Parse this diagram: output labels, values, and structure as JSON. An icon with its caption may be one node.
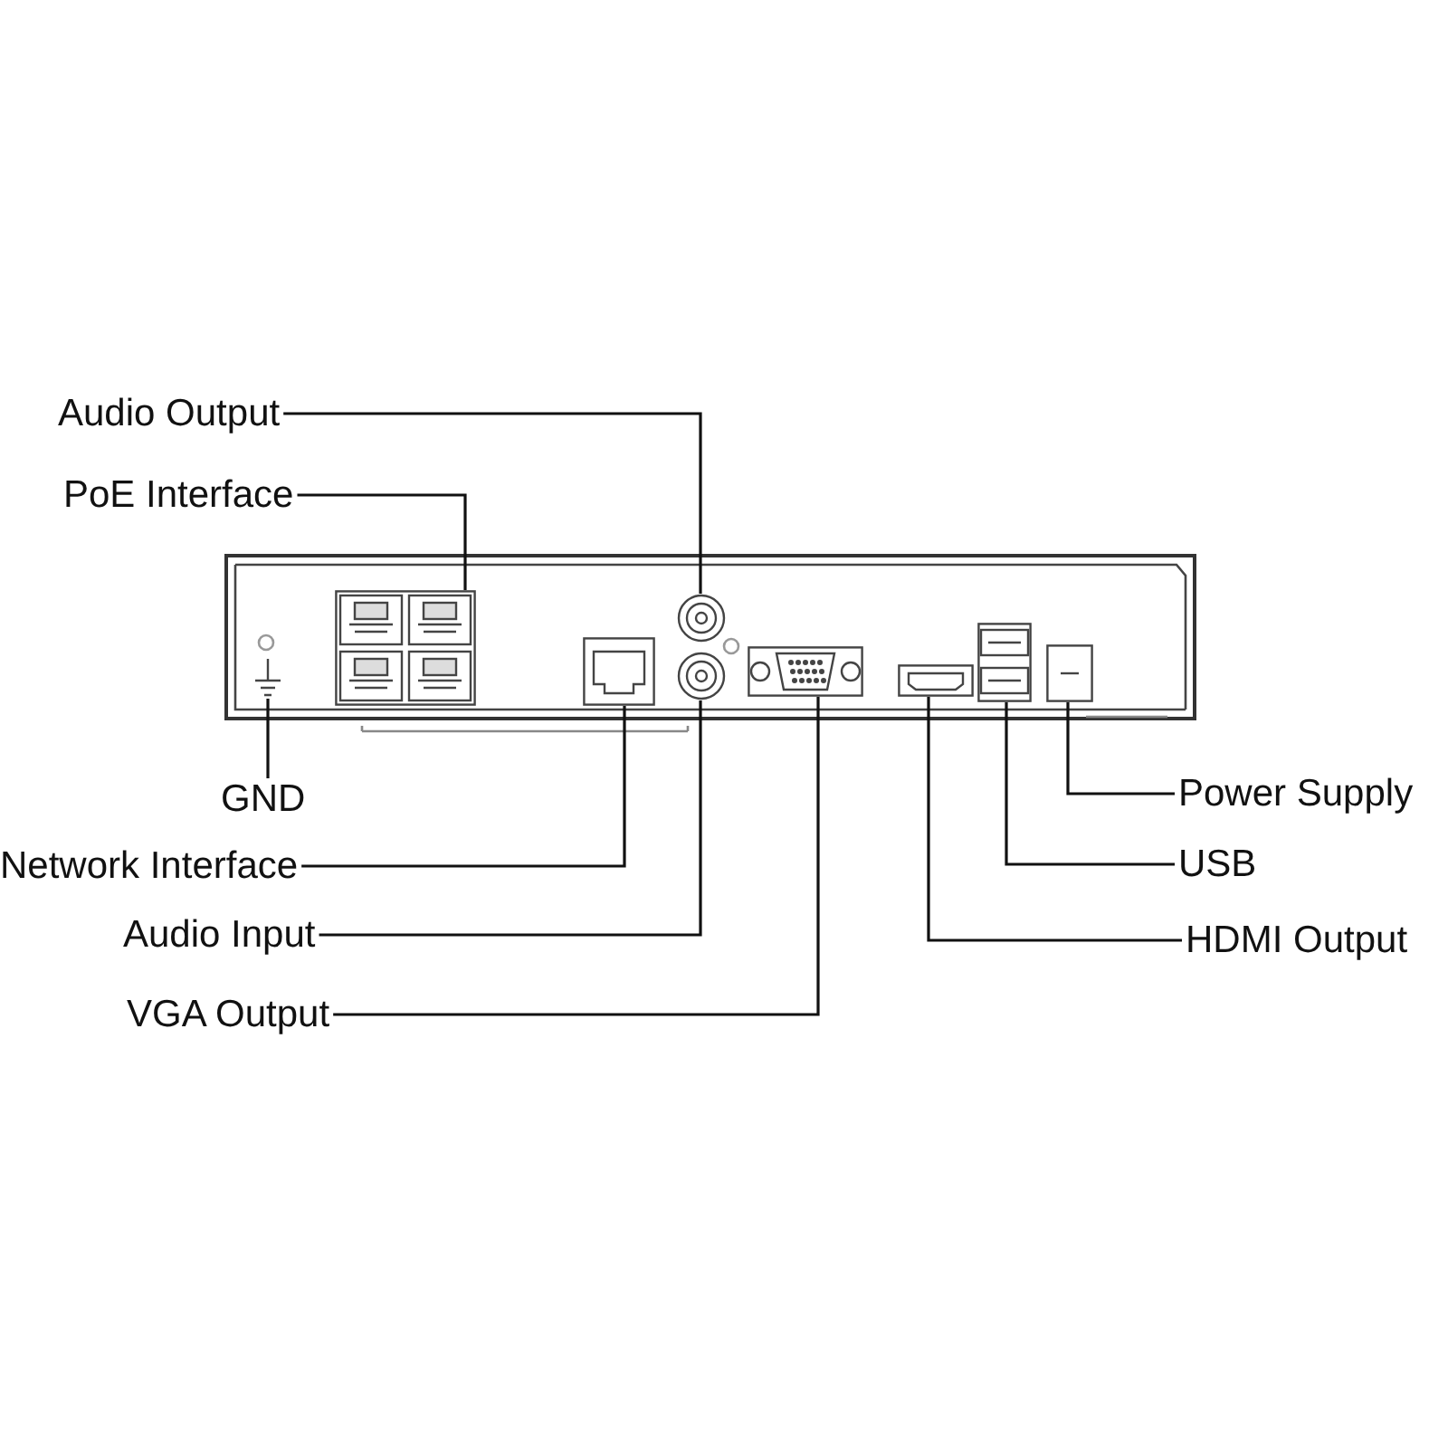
{
  "diagram": {
    "nodes": [
      {
        "text": [
          "Audio Output"
        ]
      },
      {
        "text": [
          "PoE Interface"
        ]
      },
      {
        "text": [
          "GND"
        ]
      },
      {
        "text": [
          "Power Supply"
        ]
      },
      {
        "text": [
          "Network Interface"
        ]
      },
      {
        "text": [
          "USB"
        ]
      },
      {
        "text": [
          "Audio Input"
        ]
      },
      {
        "text": [
          "HDMI Output"
        ]
      },
      {
        "text": [
          "VGA Output"
        ]
      },
      {
        "text": [],
        "shape": "circle"
      },
      {
        "text": [],
        "shape": "box"
      },
      {
        "text": [],
        "shape": "symbol"
      },
      {
        "text": [],
        "shape": "box"
      },
      {
        "text": [],
        "shape": "box"
      },
      {
        "text": [],
        "shape": "box"
      },
      {
        "text": [],
        "shape": "circle"
      },
      {
        "text": [],
        "shape": "box"
      },
      {
        "text": [],
        "shape": "box"
      }
    ],
    "edges": [
      {
        "from": 0,
        "to": 9,
        "arrow": "none"
      },
      {
        "from": 1,
        "to": 10,
        "arrow": "none"
      },
      {
        "from": 2,
        "to": 11,
        "arrow": "none"
      },
      {
        "from": 3,
        "to": 12,
        "arrow": "none"
      },
      {
        "from": 4,
        "to": 13,
        "arrow": "none"
      },
      {
        "from": 5,
        "to": 14,
        "arrow": "none"
      },
      {
        "from": 6,
        "to": 15,
        "arrow": "none"
      },
      {
        "from": 7,
        "to": 16,
        "arrow": "none"
      },
      {
        "from": 8,
        "to": 17,
        "arrow": "none"
      }
    ]
  }
}
